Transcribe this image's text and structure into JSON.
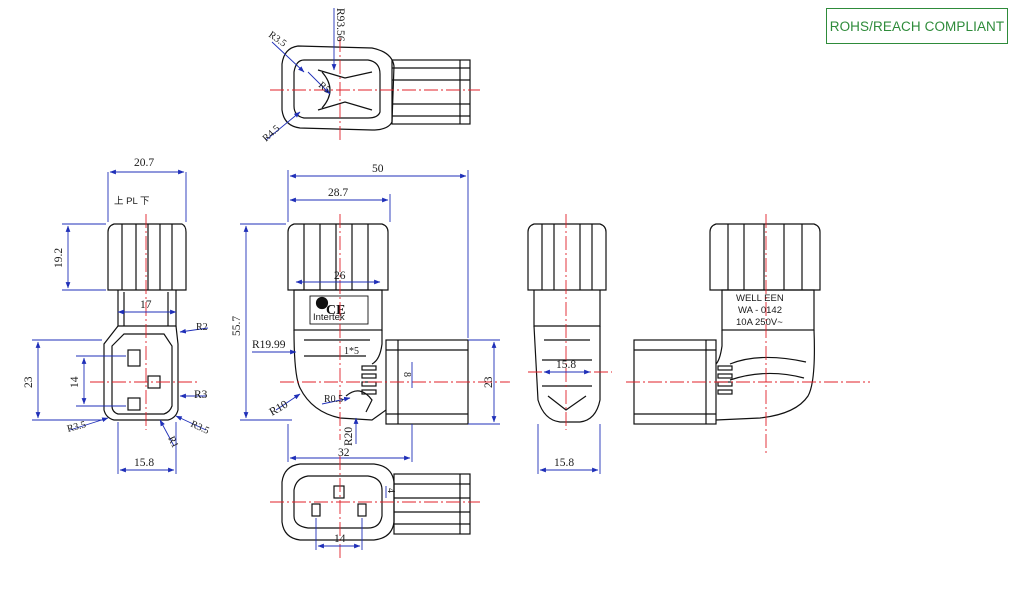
{
  "badge": {
    "text": "ROHS/REACH COMPLIANT"
  },
  "colors": {
    "outline": "#111111",
    "dimension": "#1f2fb8",
    "centerline": "#e0202a",
    "badge": "#2e8b3a"
  },
  "top_view": {
    "radii": [
      "R93.56",
      "R3.5",
      "R5",
      "R4.5"
    ]
  },
  "left_view": {
    "dims": [
      "20.7",
      "19.2",
      "17",
      "R2",
      "23",
      "14",
      "R3",
      "R3.5",
      "R1",
      "R3.5",
      "15.8"
    ],
    "marking": "上 PL 下"
  },
  "front_view": {
    "dims": [
      "50",
      "28.7",
      "26",
      "55.7",
      "R19.99",
      "1*5",
      "8",
      "23",
      "R10",
      "R0.5",
      "R20",
      "32"
    ],
    "cert_label": "Intertek",
    "ce_mark": "CE"
  },
  "side_view": {
    "dims": [
      "15.8",
      "15.8"
    ]
  },
  "rear_view": {
    "marking_lines": [
      "WELL EEN",
      "WA - 0142",
      "10A 250V~"
    ]
  },
  "bottom_view": {
    "dims": [
      "14",
      "4"
    ]
  }
}
